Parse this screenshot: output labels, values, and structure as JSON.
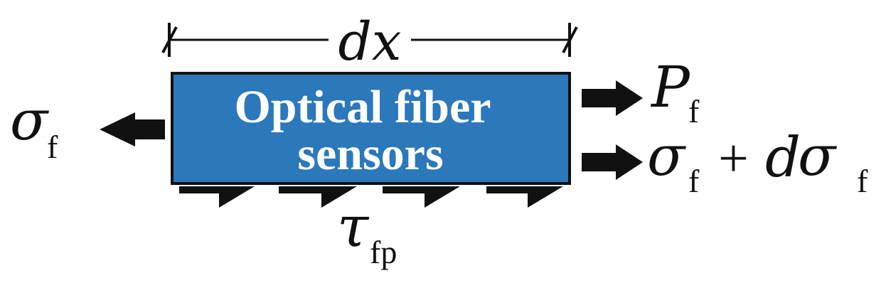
{
  "dimension": {
    "label": "dx"
  },
  "fiber": {
    "label_line1": "Optical fiber",
    "label_line2": "sensors",
    "fill_color": "#2b78bb",
    "stroke_color": "#111111"
  },
  "forces": {
    "left": {
      "symbol": "σ",
      "sub": "f"
    },
    "right_top": {
      "symbol": "P",
      "sub": "f"
    },
    "right_bottom": {
      "symbol": "σ",
      "sub": "f",
      "plus": "+",
      "d": "d",
      "symbol2": "σ",
      "sub2": "f"
    },
    "shear": {
      "symbol": "τ",
      "sub": "fp"
    }
  }
}
